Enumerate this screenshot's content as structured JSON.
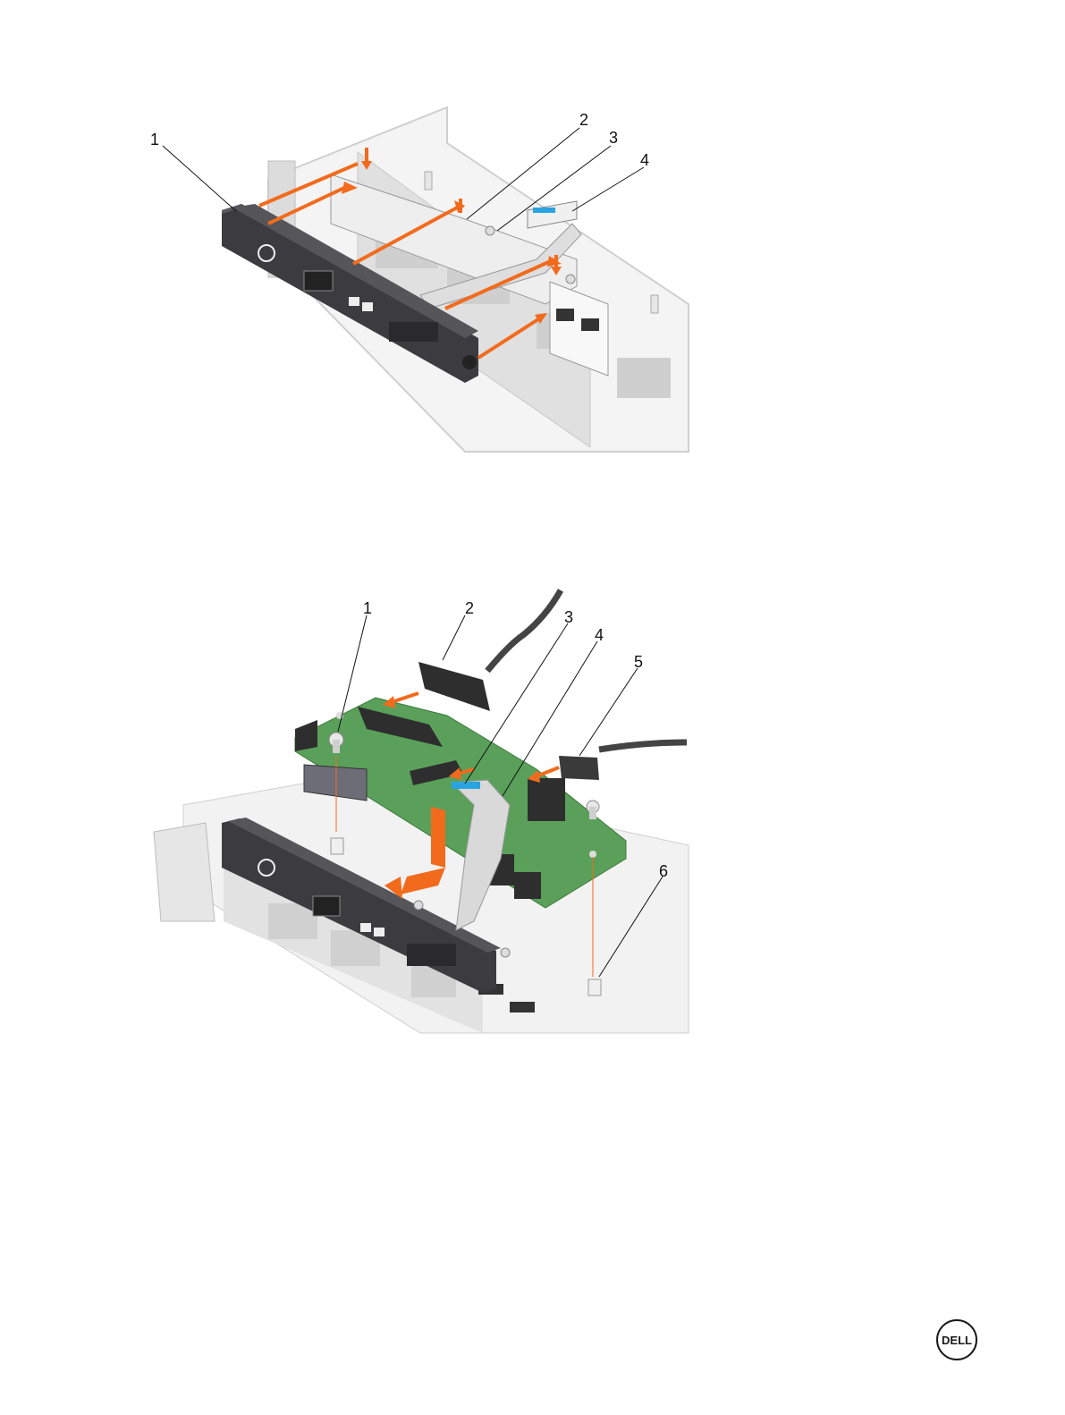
{
  "figure1": {
    "callouts": [
      "1",
      "2",
      "3",
      "4"
    ]
  },
  "figure2": {
    "callouts": [
      "1",
      "2",
      "3",
      "4",
      "5",
      "6"
    ]
  },
  "logo": {
    "text": "DELL",
    "color": "#1a1a1a"
  },
  "colors": {
    "arrow": "#f26b1d",
    "board": "#5aa05a",
    "panel": "#3c3c40",
    "chassis": "#e6e6e6",
    "ribbon_tab": "#2aa4e0"
  },
  "icons": [
    "power-icon",
    "vga-port-icon",
    "usb-port-icon",
    "screw-icon"
  ]
}
